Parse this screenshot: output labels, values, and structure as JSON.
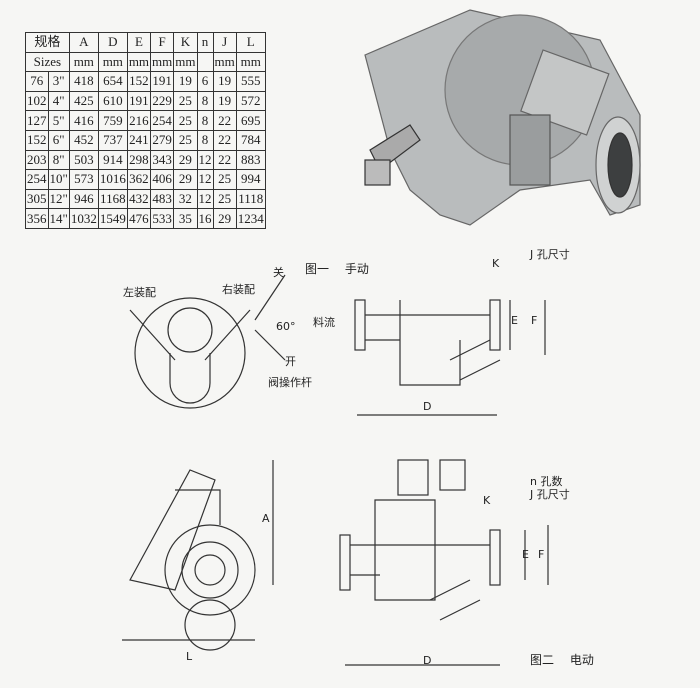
{
  "table": {
    "header_title": "规格",
    "header_sub": "Sizes",
    "columns": [
      "A",
      "D",
      "E",
      "F",
      "K",
      "n",
      "J",
      "L"
    ],
    "units": [
      "mm",
      "mm",
      "mm",
      "mm",
      "mm",
      "",
      "mm",
      "mm"
    ],
    "rows": [
      [
        "76",
        "3\"",
        "418",
        "654",
        "152",
        "191",
        "19",
        "6",
        "19",
        "555"
      ],
      [
        "102",
        "4\"",
        "425",
        "610",
        "191",
        "229",
        "25",
        "8",
        "19",
        "572"
      ],
      [
        "127",
        "5\"",
        "416",
        "759",
        "216",
        "254",
        "25",
        "8",
        "22",
        "695"
      ],
      [
        "152",
        "6\"",
        "452",
        "737",
        "241",
        "279",
        "25",
        "8",
        "22",
        "784"
      ],
      [
        "203",
        "8\"",
        "503",
        "914",
        "298",
        "343",
        "29",
        "12",
        "22",
        "883"
      ],
      [
        "254",
        "10\"",
        "573",
        "1016",
        "362",
        "406",
        "29",
        "12",
        "25",
        "994"
      ],
      [
        "305",
        "12\"",
        "946",
        "1168",
        "432",
        "483",
        "32",
        "12",
        "25",
        "1118"
      ],
      [
        "356",
        "14\"",
        "1032",
        "1549",
        "476",
        "533",
        "35",
        "16",
        "29",
        "1234"
      ]
    ]
  },
  "fig1": {
    "caption": "图一　 手动",
    "close": "关",
    "right": "右装配",
    "left": "左装配",
    "angle": "60°",
    "open": "开",
    "lever": "阀操作杆",
    "flow": "料流",
    "k": "K",
    "j": "J 孔尺寸",
    "e": "E",
    "f": "F",
    "d": "D"
  },
  "fig2": {
    "caption": "图二　 电动",
    "a": "A",
    "l": "L",
    "n": "n 孔数",
    "j": "J 孔尺寸",
    "k": "K",
    "e": "E",
    "f": "F",
    "d": "D"
  }
}
